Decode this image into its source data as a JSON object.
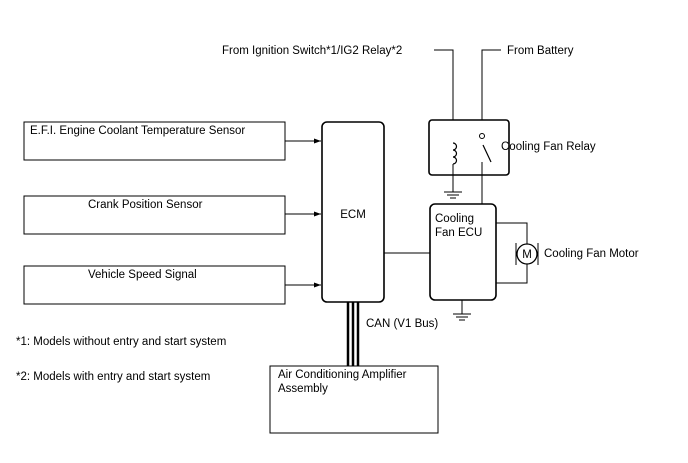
{
  "labels": {
    "ignition_source": "From Ignition Switch*1/IG2 Relay*2",
    "battery_source": "From Battery",
    "relay": "Cooling Fan Relay",
    "coolant_sensor": "E.F.I. Engine Coolant Temperature Sensor",
    "crank_sensor": "Crank Position Sensor",
    "speed_signal": "Vehicle Speed Signal",
    "ecm": "ECM",
    "fan_ecu_line1": "Cooling",
    "fan_ecu_line2": "Fan ECU",
    "motor_symbol": "M",
    "fan_motor": "Cooling Fan Motor",
    "can_bus": "CAN (V1 Bus)",
    "ac_amp_line1": "Air Conditioning Amplifier",
    "ac_amp_line2": "Assembly"
  },
  "footnotes": {
    "note1": "*1: Models without entry and start system",
    "note2": "*2: Models with entry and start system"
  }
}
